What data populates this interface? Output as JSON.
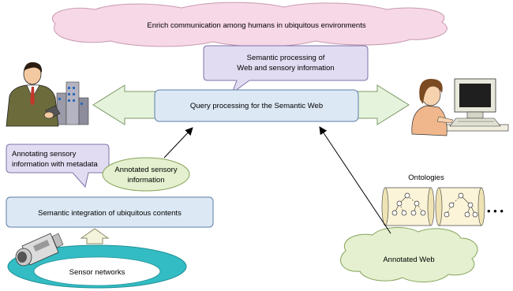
{
  "top_cloud": {
    "label": "Enrich communication among humans in ubiquitous environments"
  },
  "semantic_callout": {
    "line1": "Semantic processing of",
    "line2": "Web and sensory information"
  },
  "query_box": {
    "label": "Query processing for the Semantic Web"
  },
  "annotating_callout": {
    "line1": "Annotating sensory",
    "line2": "information with metadata"
  },
  "annotated_sensory_ellipse": {
    "line1": "Annotated sensory",
    "line2": "information"
  },
  "integration_box": {
    "label": "Semantic integration of ubiquitous contents"
  },
  "sensor_ellipse": {
    "label": "Sensor networks"
  },
  "ontologies": {
    "label": "Ontologies",
    "more": "• • •"
  },
  "annotated_web_cloud": {
    "label": "Annotated Web"
  },
  "colors": {
    "cloud_pink": "#f7d8e6",
    "callout_lavender": "#e2dcf2",
    "box_blue": "#dce8f4",
    "arrow_green": "#e6f3dc",
    "ellipse_green": "#e4f0cf",
    "sensor_teal": "#33bcc4",
    "ontology_scroll": "#fbf4d8"
  }
}
